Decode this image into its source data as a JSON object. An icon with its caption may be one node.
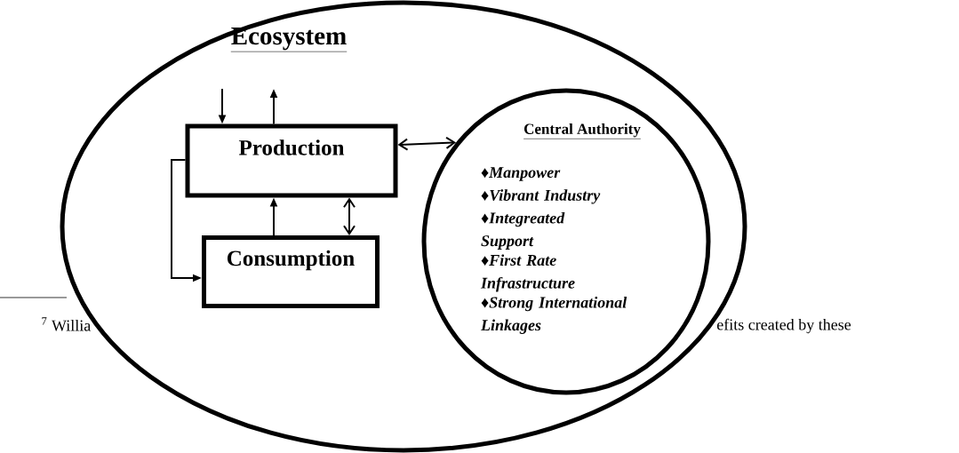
{
  "diagram": {
    "nodes": [
      {
        "text": [
          "Ecosystem"
        ]
      },
      {
        "text": [
          "Production"
        ],
        "in": 0
      },
      {
        "text": [
          "Consumption"
        ],
        "in": 0
      },
      {
        "text": [
          "Central Authority",
          "♦Manpower",
          "♦Vibrant Industry",
          "♦Integreated Support",
          "♦First Rate Infrastructure",
          "♦Strong International Linkages"
        ],
        "in": 0
      }
    ],
    "edges": [
      {
        "from": null,
        "to": 1,
        "arrow": "to"
      },
      {
        "from": 1,
        "to": null,
        "arrow": "to"
      },
      {
        "from": 1,
        "to": 3,
        "arrow": "both"
      },
      {
        "from": 2,
        "to": 1,
        "arrow": "to"
      },
      {
        "from": 1,
        "to": 2,
        "arrow": "both"
      },
      {
        "from": 1,
        "to": 2,
        "arrow": "to"
      }
    ],
    "labels": [
      "$^{7}$ Willia",
      "efits created by these"
    ]
  }
}
